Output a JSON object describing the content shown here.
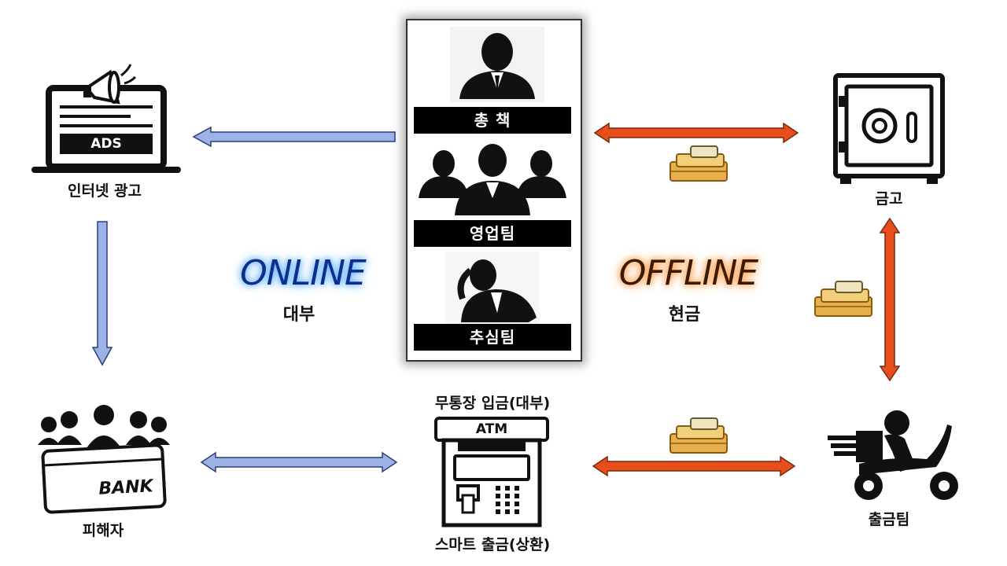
{
  "nodes": {
    "ads": {
      "screen_text": "ADS",
      "label": "인터넷 광고"
    },
    "victim": {
      "card_text": "BANK",
      "label": "피해자"
    },
    "atm": {
      "screen_text": "ATM",
      "label_top": "무통장 입금(대부)",
      "label_bottom": "스마트 출금(상환)"
    },
    "safe": {
      "label": "금고"
    },
    "withdraw_team": {
      "label": "출금팀"
    }
  },
  "org": {
    "roles": [
      {
        "label": "총  책"
      },
      {
        "label": "영업팀"
      },
      {
        "label": "추심팀"
      }
    ]
  },
  "zones": {
    "online": {
      "title": "ONLINE",
      "subtitle": "대부"
    },
    "offline": {
      "title": "OFFLINE",
      "subtitle": "현금"
    }
  },
  "colors": {
    "online_arrow": "#9db3e6",
    "offline_arrow": "#e84e1b",
    "online_glow": "#4aa3ff",
    "offline_glow": "#ff8a2a"
  }
}
